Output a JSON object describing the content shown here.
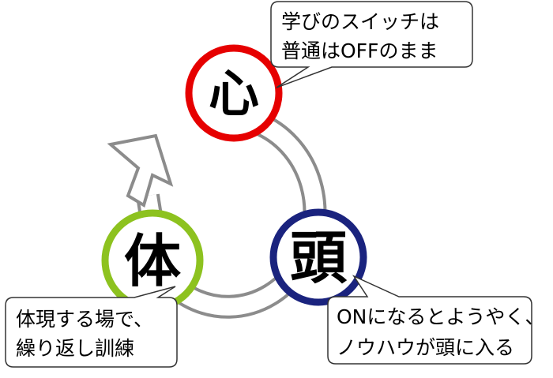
{
  "nodes": {
    "heart": {
      "char": "心",
      "ring_color": "#e60000"
    },
    "head": {
      "char": "頭",
      "ring_color": "#1a237e"
    },
    "body": {
      "char": "体",
      "ring_color": "#8dc21f"
    }
  },
  "callouts": {
    "heart": {
      "line1": "学びのスイッチは",
      "line2": "普通はOFFのまま"
    },
    "head": {
      "line1": "ONになるとようやく、",
      "line2": "ノウハウが頭に入る"
    },
    "body": {
      "line1": "体現する場で、",
      "line2": "繰り返し訓練"
    }
  },
  "cycle_arrow": {
    "color": "#8c8c8c"
  }
}
